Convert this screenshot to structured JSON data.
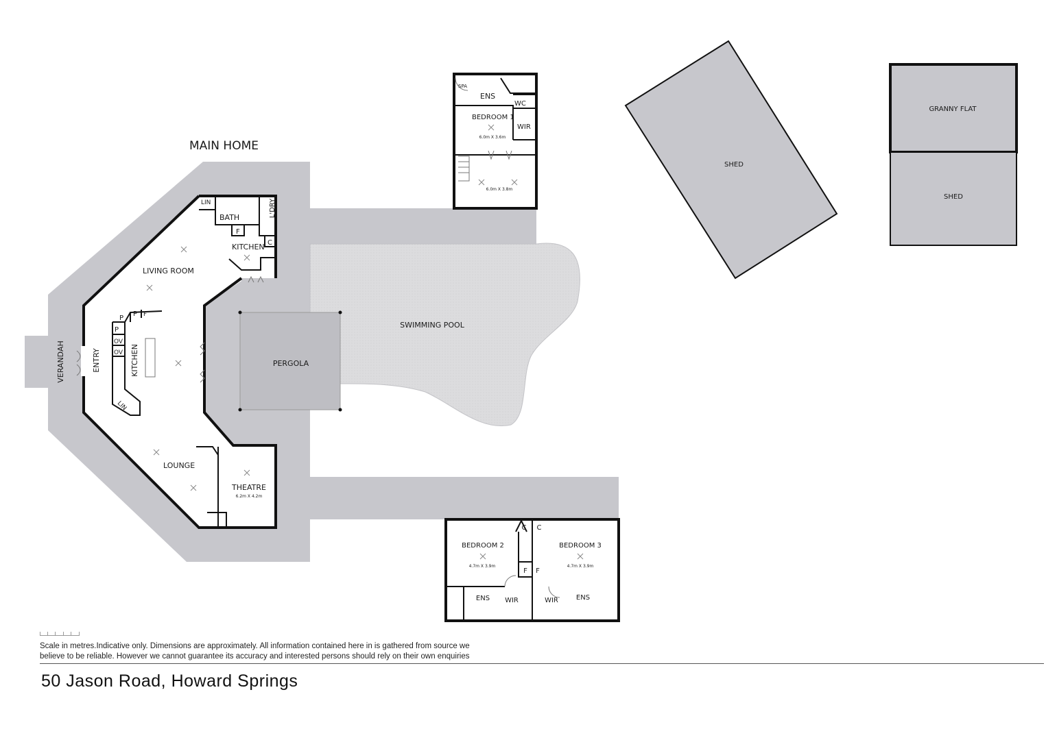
{
  "labels": {
    "main_home": "MAIN HOME",
    "verandah": "VERANDAH",
    "entry": "ENTRY",
    "kitchen_main": "KITCHEN",
    "living_room": "LIVING ROOM",
    "lounge": "LOUNGE",
    "theatre": "THEATRE",
    "theatre_dim": "6.2m X 4.2m",
    "lin_top": "LIN",
    "lin_bottom": "LIN",
    "bath": "BATH",
    "f_bath": "F",
    "ldry": "L'DRY",
    "kitchenette": "KITCHEN",
    "c_kitchenette": "C",
    "p1": "P",
    "p2": "P",
    "p3": "P",
    "f_pantry": "F",
    "ov1": "OV",
    "ov2": "OV",
    "pergola": "PERGOLA",
    "swimming_pool": "SWIMMING POOL",
    "spa": "SPA",
    "ens_b1": "ENS",
    "wc": "WC",
    "bedroom1": "BEDROOM 1",
    "bedroom1_dim": "6.0m X 3.6m",
    "wir_b1": "WIR",
    "studio_dim": "6.0m X 3.8m",
    "shed_rotated": "SHED",
    "granny_flat": "GRANNY FLAT",
    "shed_right": "SHED",
    "bedroom2": "BEDROOM 2",
    "bedroom2_dim": "4.7m X 3.9m",
    "bedroom3": "BEDROOM 3",
    "bedroom3_dim": "4.7m X 3.9m",
    "c_left": "C",
    "c_right": "C",
    "f_left": "F",
    "f_right": "F",
    "ens_b2": "ENS",
    "wir_b2": "WIR",
    "wir_b3": "WIR",
    "ens_b3": "ENS"
  },
  "footer": {
    "disclaimer": "Scale in metres.Indicative only. Dimensions are approximately. All information contained here in is gathered from source we\nbelieve to be reliable. However we cannot guarantee its accuracy and interested persons should rely on their own enquiries",
    "address": "50 Jason Road, Howard Springs"
  },
  "colors": {
    "deck": "#c7c7cc",
    "wall": "#111111",
    "pool": "#dcdcde"
  }
}
